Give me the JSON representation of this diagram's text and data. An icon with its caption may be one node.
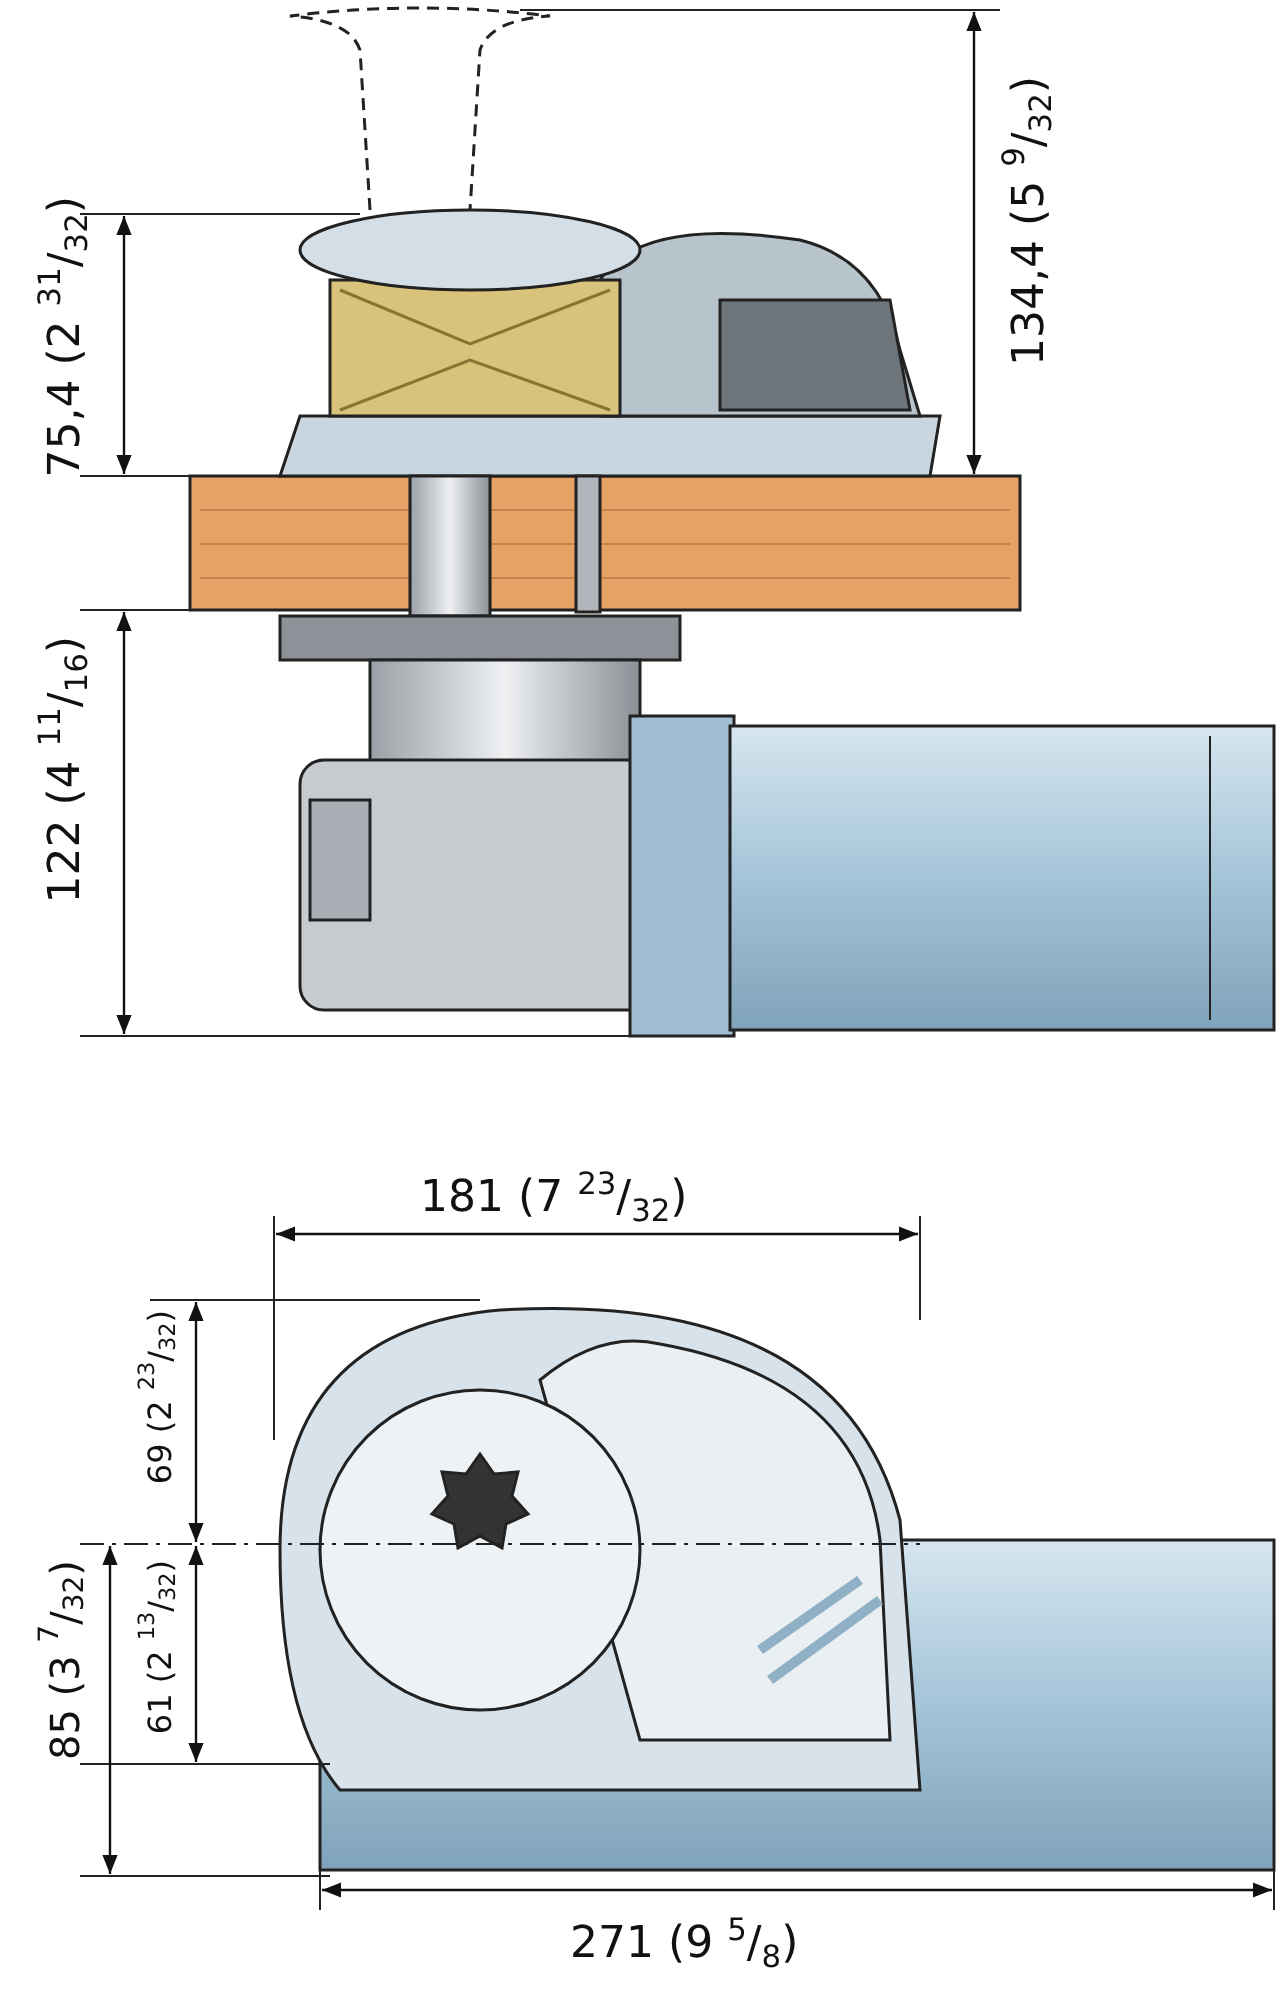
{
  "diagram": {
    "labels": [
      "134,4 (5 $^{9}$/$_{32}$)",
      "75,4 (2 $^{31}$/$_{32}$)",
      "122 (4 $^{11}$/$_{16}$)",
      "181 (7 $^{23}$/$_{32}$)",
      "69 (2 $^{23}$/$_{32}$)",
      "85 (3 $^{7}$/$_{32}$)",
      "61 (2 $^{13}$/$_{32}$)",
      "271 (9 $^{5}$/$_{8}$)"
    ]
  }
}
